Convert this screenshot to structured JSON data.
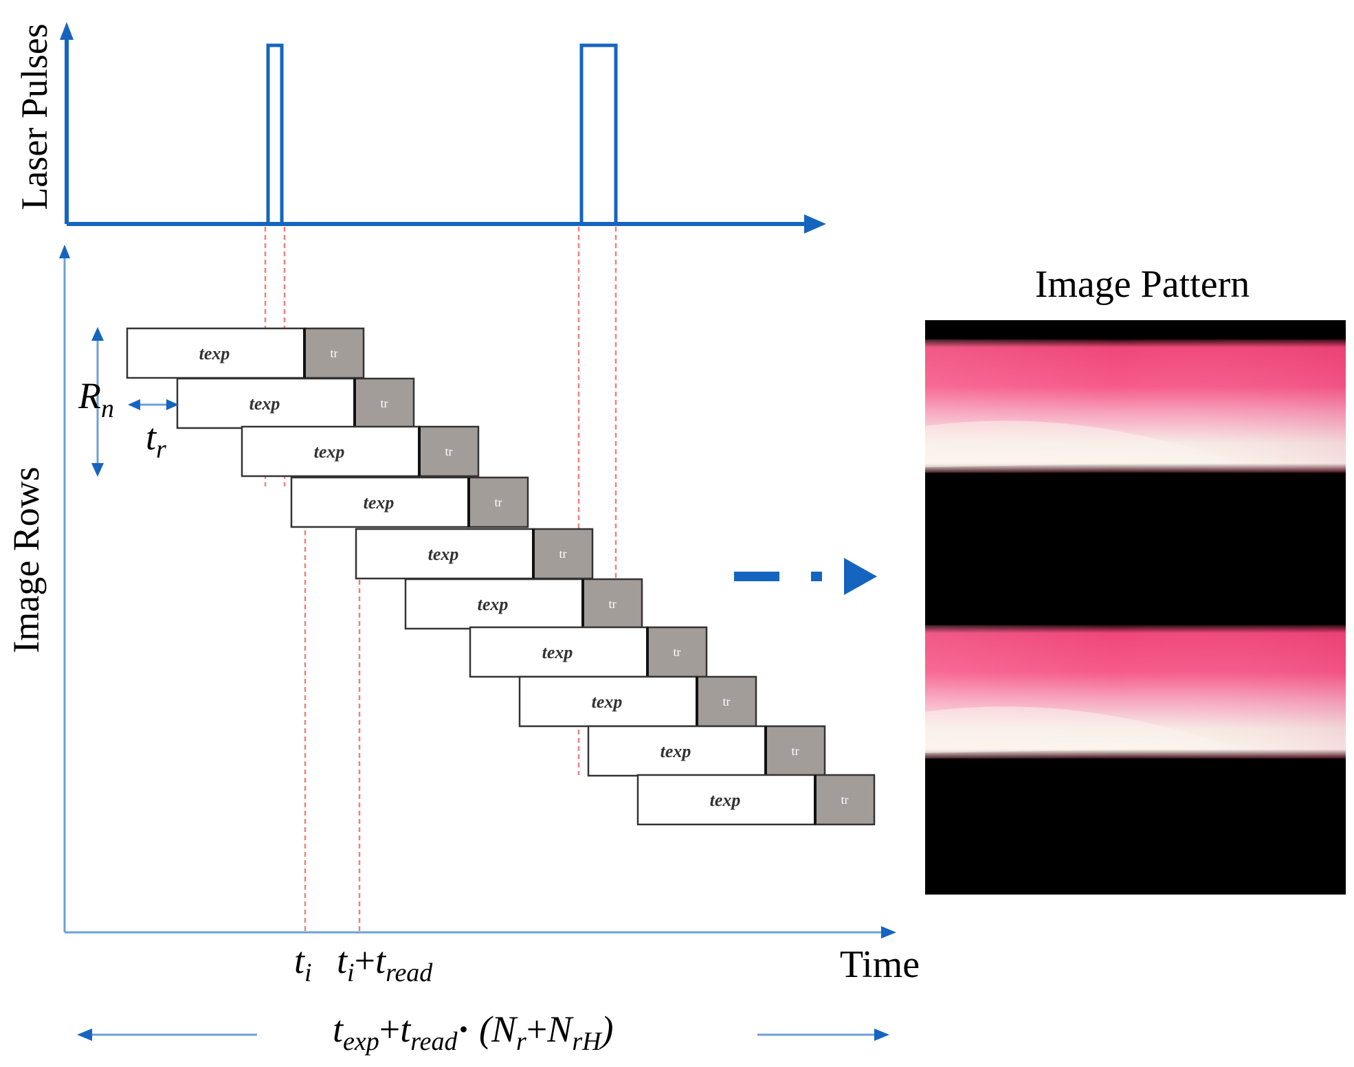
{
  "axes": {
    "laser_pulses_label": "Laser Pulses",
    "image_rows_label": "Image Rows",
    "time_label": "Time"
  },
  "row_blocks": {
    "exposure_label": "texp",
    "readout_label": "tr",
    "row_count": 10
  },
  "annotations": {
    "row_height": {
      "base": "R",
      "sub": "n"
    },
    "row_readout": {
      "base": "t",
      "sub": "r"
    },
    "t_i": {
      "base": "t",
      "sub": "i"
    },
    "t_i_plus_read": {
      "t1": "t",
      "s1": "i",
      "plus": "+",
      "t2": "t",
      "s2": "read"
    },
    "total_duration": {
      "t1": "t",
      "s1": "exp",
      "op1": "+",
      "t2": "t",
      "s2": "read",
      "dot": "·",
      "open": " (",
      "n1": "N",
      "ns1": "r",
      "op2": "+",
      "n2": "N",
      "ns2": "rH",
      "close": ")"
    }
  },
  "image_pattern": {
    "title": "Image Pattern"
  },
  "colors": {
    "axis_blue": "#1565c0",
    "light_axis_blue": "#6b9fd8",
    "guide_red": "#f08080",
    "readout_gray": "#a39d9a",
    "band_pink": "#f0487a"
  }
}
